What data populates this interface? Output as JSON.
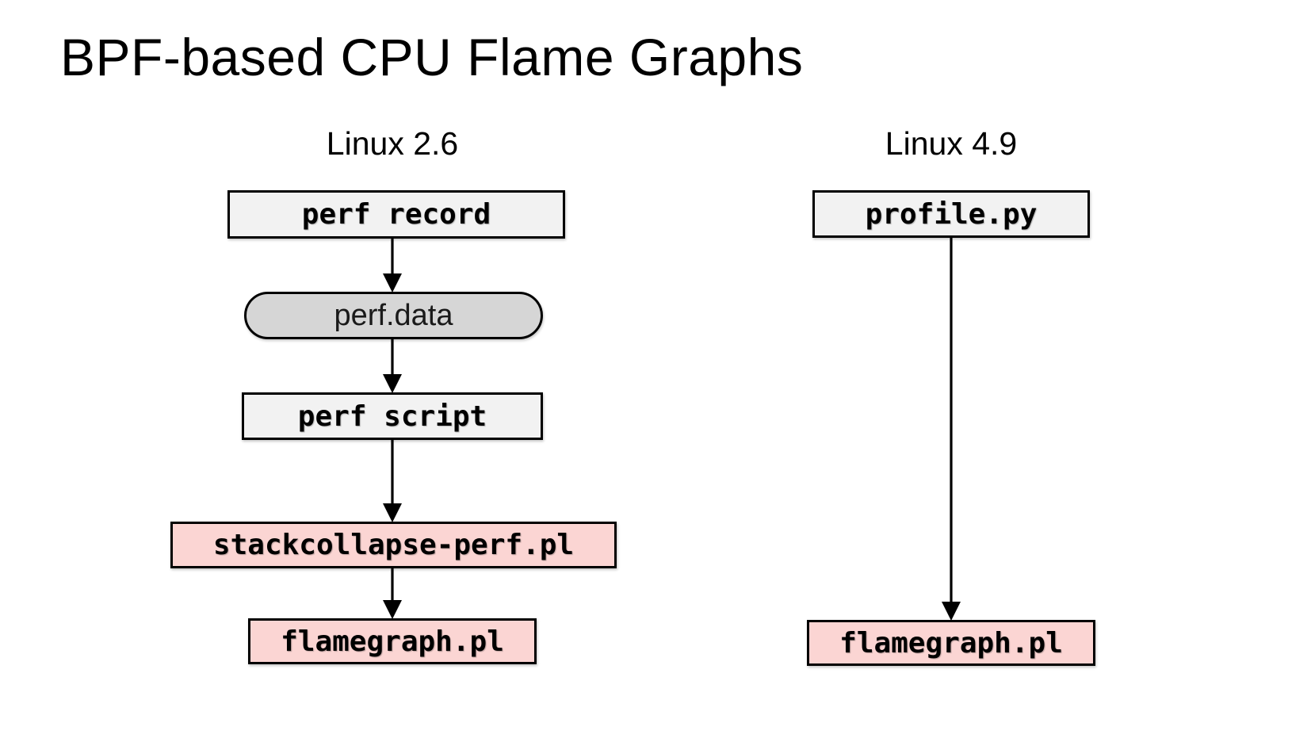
{
  "title": "BPF-based CPU Flame Graphs",
  "colors": {
    "background": "#ffffff",
    "border": "#000000",
    "command_fill": "#f2f2f2",
    "data_fill": "#d6d6d6",
    "script_fill": "#fbd5d3"
  },
  "diagram": {
    "columns": [
      {
        "label": "Linux 2.6",
        "nodes": [
          {
            "label": "perf record",
            "kind": "command"
          },
          {
            "label": "perf.data",
            "kind": "data-file"
          },
          {
            "label": "perf script",
            "kind": "command"
          },
          {
            "label": "stackcollapse-perf.pl",
            "kind": "script"
          },
          {
            "label": "flamegraph.pl",
            "kind": "script"
          }
        ]
      },
      {
        "label": "Linux 4.9",
        "nodes": [
          {
            "label": "profile.py",
            "kind": "command"
          },
          {
            "label": "flamegraph.pl",
            "kind": "script"
          }
        ]
      }
    ]
  }
}
